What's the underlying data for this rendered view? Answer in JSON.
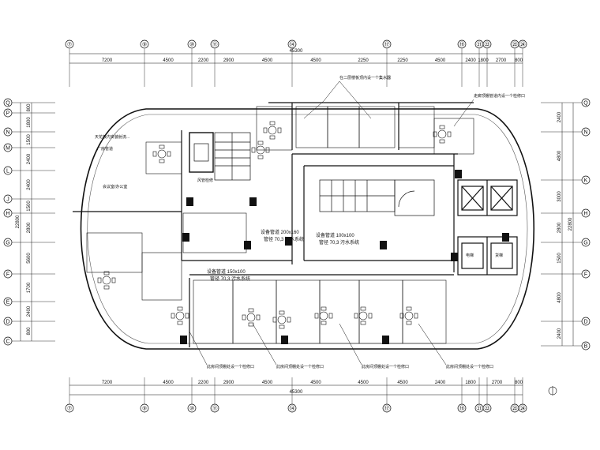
{
  "drawing": {
    "top_axes": [
      "⑦",
      "⑨",
      "⑩",
      "⑪",
      "⑭",
      "⑰",
      "⑲",
      "㉑",
      "㉒",
      "㉓",
      "㉔"
    ],
    "bottom_axes": [
      "⑦",
      "⑨",
      "⑩",
      "⑪",
      "⑭",
      "⑰",
      "⑲",
      "㉑",
      "㉒",
      "㉓",
      "㉔"
    ],
    "left_axes": [
      "Q",
      "P",
      "N",
      "M",
      "L",
      "J",
      "H",
      "G",
      "F",
      "E",
      "D",
      "C"
    ],
    "right_axes": [
      "Q",
      "N",
      "K",
      "H",
      "G",
      "F",
      "D",
      "B"
    ],
    "top_dims": [
      "7200",
      "4500",
      "2200",
      "2900",
      "4500",
      "4500",
      "2250",
      "2250",
      "4500",
      "2400",
      "1800",
      "2700",
      "800"
    ],
    "bottom_dims": [
      "7200",
      "4500",
      "2200",
      "2900",
      "4500",
      "4500",
      "4500",
      "4500",
      "2400",
      "1800",
      "2700",
      "800"
    ],
    "top_total": "45300",
    "bottom_total": "45300",
    "left_dims": [
      "800",
      "1800",
      "1500",
      "2400",
      "2400",
      "1500",
      "2800",
      "5600",
      "1700",
      "2400",
      "800"
    ],
    "left_total": "22800",
    "right_dims": [
      "2400",
      "4800",
      "3000",
      "2800",
      "1500",
      "4800",
      "2400"
    ],
    "right_total": "22800",
    "notes": {
      "top_left": "天花板内安装射流...",
      "top_left_sub": "厂房管道",
      "top_center": "在二层楼板顶内设一个集水器",
      "top_right": "走廊顶棚管道内设一个检修口",
      "room_left": "会议室/办公室",
      "shaft_a": "风管检修",
      "duct_1": "设备管道 150x100",
      "duct_1b": "管径 70,3 污水系统",
      "duct_2": "设备管道 200x160",
      "duct_2b": "管径 70,3 污水系统",
      "duct_3": "设备管道 100x100",
      "duct_3b": "管径 70,3 污水系统",
      "bottom_1": "此房间顶棚处设一个检修口",
      "bottom_2": "此房间顶棚处设一个检修口",
      "bottom_3": "此房间顶棚处设一个检修口",
      "bottom_4": "此房间顶棚处设一个检修口",
      "elevator": "电梯",
      "elevator_2": "货梯"
    }
  }
}
